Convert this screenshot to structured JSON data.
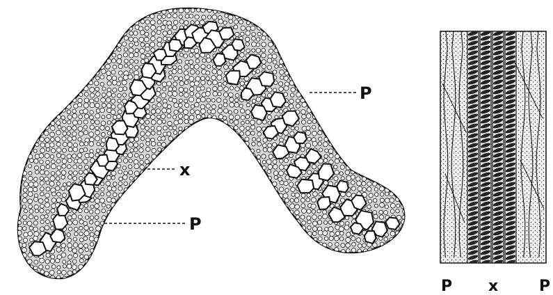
{
  "figure": {
    "cross_section": {
      "label_p_upper": "P",
      "label_x": "x",
      "label_p_lower": "P"
    },
    "longitudinal_section": {
      "label_p_left": "P",
      "label_x": "x",
      "label_p_right": "P"
    }
  }
}
